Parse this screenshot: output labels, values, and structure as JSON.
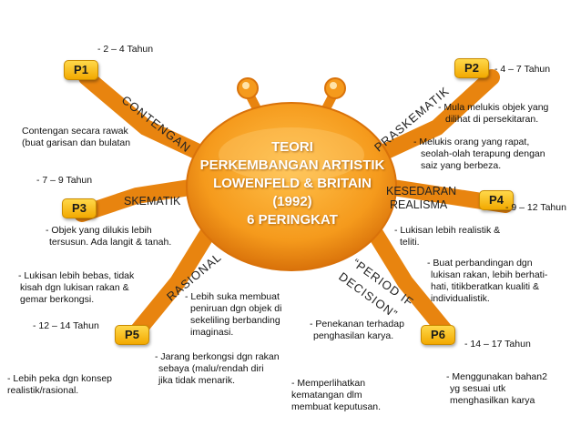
{
  "title": [
    "TEORI",
    "PERKEMBANGAN ARTISTIK",
    "LOWENFELD & BRITAIN",
    "(1992)",
    "6 PERINGKAT"
  ],
  "labels": {
    "p1": "P1",
    "p2": "P2",
    "p3": "P3",
    "p4": "P4",
    "p5": "P5",
    "p6": "P6"
  },
  "stages": {
    "contengan": "CONTENGAN",
    "praskematik": "PRASKEMATIK",
    "skematik": "SKEMATIK",
    "kesedaran_1": "KESEDARAN",
    "kesedaran_2": "REALISMA",
    "rasional": "RASIONAL",
    "period_1": "“PERIOD IF",
    "period_2": "DECISION”"
  },
  "ages": {
    "p1": "- 2 – 4 Tahun",
    "p2": "- 4 – 7 Tahun",
    "p3": "- 7 – 9 Tahun",
    "p4": "- 9 – 12 Tahun",
    "p5": "- 12 – 14 Tahun",
    "p6": "- 14 – 17 Tahun"
  },
  "notes": {
    "p1": [
      "Contengan secara rawak",
      "(buat garisan dan bulatan"
    ],
    "p2a": [
      "- Mula melukis objek yang",
      "dilihat di persekitaran."
    ],
    "p2b": [
      "- Melukis orang yang rapat,",
      "seolah-olah terapung dengan",
      "saiz yang berbeza."
    ],
    "p3": [
      "- Objek yang dilukis lebih",
      "tersusun. Ada langit & tanah."
    ],
    "p4a": [
      "- Lukisan lebih realistik &",
      "teliti."
    ],
    "p4b": [
      "- Buat perbandingan dgn",
      "lukisan rakan, lebih berhati-",
      "hati, titikberatkan kualiti &",
      "individualistik."
    ],
    "p5a": [
      "- Lukisan lebih bebas, tidak",
      "kisah dgn lukisan rakan &",
      "gemar berkongsi."
    ],
    "p5b": [
      "- Lebih suka membuat",
      "peniruan dgn objek di",
      "sekeliling berbanding",
      "imaginasi."
    ],
    "p5c": [
      "- Jarang berkongsi dgn rakan",
      "sebaya (malu/rendah diri",
      "jika tidak menarik."
    ],
    "p5d": [
      "- Lebih peka dgn konsep",
      "realistik/rasional."
    ],
    "p6a": [
      "- Penekanan terhadap",
      "penghasilan karya."
    ],
    "p6b": [
      "- Memperlihatkan",
      "kematangan dlm",
      "membuat keputusan."
    ],
    "p6c": [
      "- Menggunakan bahan2",
      "yg sesuai utk",
      "menghasilkan karya"
    ]
  },
  "colors": {
    "crab": "#f59a1c",
    "crab_dark": "#d9720a",
    "tag": "#f7c21c",
    "text": "#111111"
  }
}
